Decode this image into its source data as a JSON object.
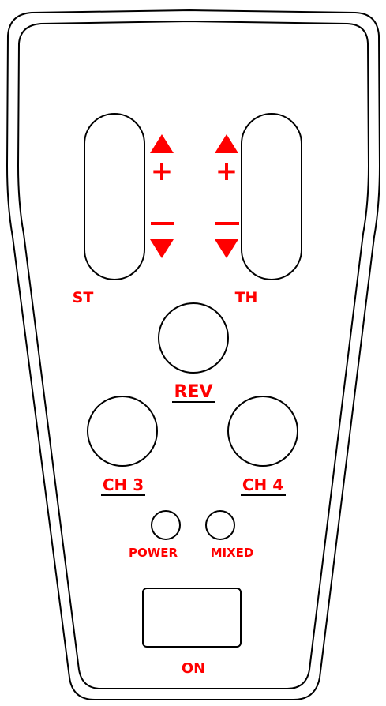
{
  "device": {
    "accent_color": "#ff0000",
    "outline_color": "#000000",
    "steering": {
      "label": "ST",
      "plus_symbol": "+",
      "minus_symbol": "—",
      "up_icon": "triangle-up-icon",
      "down_icon": "triangle-down-icon"
    },
    "throttle": {
      "label": "TH",
      "plus_symbol": "+",
      "minus_symbol": "—",
      "up_icon": "triangle-up-icon",
      "down_icon": "triangle-down-icon"
    },
    "rev_button": {
      "label": "REV"
    },
    "ch3_button": {
      "label": "CH 3"
    },
    "ch4_button": {
      "label": "CH 4"
    },
    "power_led": {
      "label": "POWER"
    },
    "mixed_led": {
      "label": "MIXED"
    },
    "on_switch": {
      "label": "ON"
    }
  }
}
